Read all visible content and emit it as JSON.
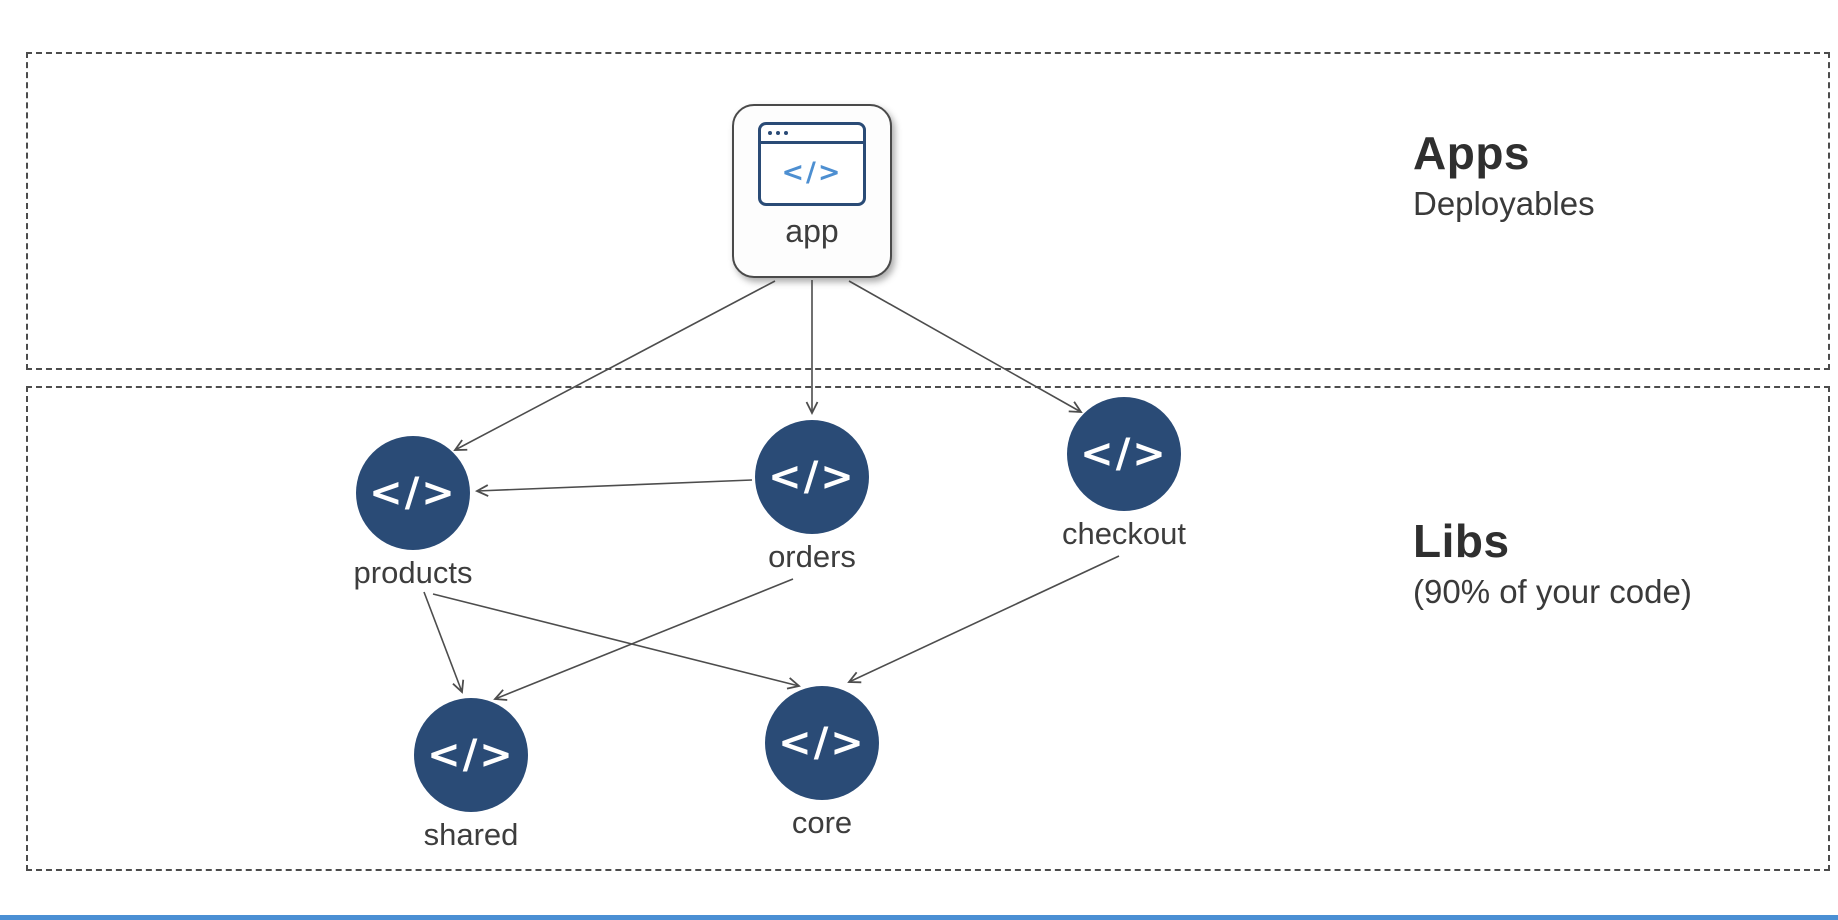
{
  "diagram": {
    "code_glyph": "</>",
    "sections": [
      {
        "id": "apps",
        "title": "Apps",
        "subtitle": "Deployables"
      },
      {
        "id": "libs",
        "title": "Libs",
        "subtitle": "(90% of your code)"
      }
    ],
    "app_node": {
      "label": "app",
      "icon": "browser-code-icon"
    },
    "lib_nodes": [
      {
        "id": "products",
        "label": "products"
      },
      {
        "id": "orders",
        "label": "orders"
      },
      {
        "id": "checkout",
        "label": "checkout"
      },
      {
        "id": "shared",
        "label": "shared"
      },
      {
        "id": "core",
        "label": "core"
      }
    ],
    "edges": [
      {
        "from": "app",
        "to": "products"
      },
      {
        "from": "app",
        "to": "orders"
      },
      {
        "from": "app",
        "to": "checkout"
      },
      {
        "from": "orders",
        "to": "products"
      },
      {
        "from": "products",
        "to": "shared"
      },
      {
        "from": "orders",
        "to": "shared"
      },
      {
        "from": "products",
        "to": "core"
      },
      {
        "from": "checkout",
        "to": "core"
      }
    ],
    "colors": {
      "node": "#2a4b76",
      "arrow": "#4d4d4d",
      "icon_accent": "#4d8fd1",
      "text": "#3d3d3d"
    }
  }
}
